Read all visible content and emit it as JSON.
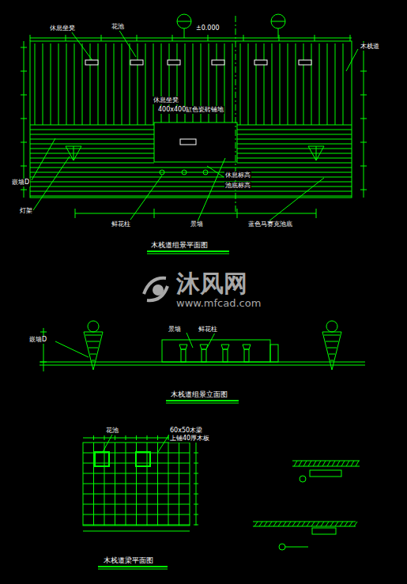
{
  "diagram": {
    "labels": [
      "休息坐凳",
      "花池",
      "±0.000",
      "木栈道",
      "休息坐凳",
      "400x400缸色瓷砖铺地",
      "嵌墙D",
      "灯架",
      "鲜花柱",
      "景墙",
      "休息标高",
      "池底标高",
      "蓝色马赛克池底",
      "木栈道组景平面图",
      "沐风网",
      "www.mfcad.com",
      "景墙",
      "鲜花柱",
      "嵌墙D",
      "木栈道组景立面图",
      "花池",
      "60x50木梁",
      "上铺40厚木板",
      "木栈道梁平面图"
    ]
  }
}
